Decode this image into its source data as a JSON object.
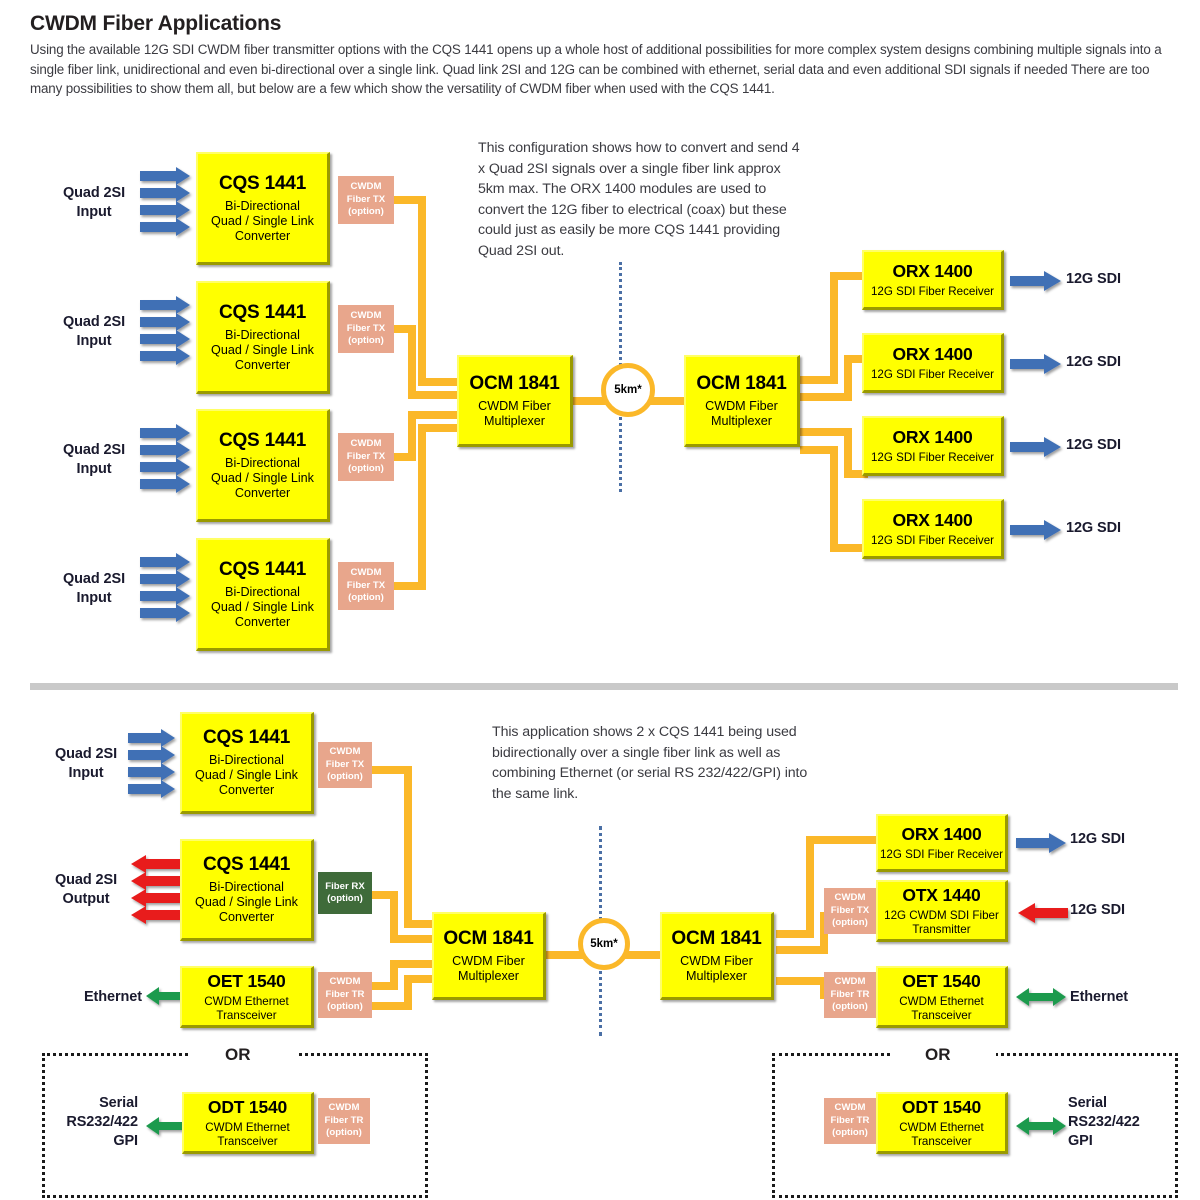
{
  "header": {
    "title": "CWDM Fiber Applications",
    "body": "Using the available 12G SDI CWDM fiber transmitter options with the CQS 1441 opens up a whole host of additional possibilities for more complex system designs combining multiple signals into a single fiber link, unidirectional and even bi-directional over a single link. Quad link 2SI and 12G can be combined with ethernet, serial data and even additional SDI signals if needed There are too many possibilities to show them all, but below are a few which show the versatility of CWDM fiber when used with the CQS 1441."
  },
  "diagram1": {
    "annotation": "This configuration shows how to convert and send 4 x Quad 2SI signals over a single fiber link approx 5km max. The ORX 1400 modules are used to convert the 12G fiber to electrical (coax) but these could just as easily be more CQS 1441 providing Quad 2SI out.",
    "input_labels": [
      "Quad 2SI\nInput",
      "Quad 2SI\nInput",
      "Quad 2SI\nInput",
      "Quad 2SI\nInput"
    ],
    "input_label_line1": "Quad 2SI",
    "input_label_line2": "Input",
    "cqs": {
      "title": "CQS 1441",
      "sub_line1": "Bi-Directional",
      "sub_line2": "Quad / Single Link",
      "sub_line3": "Converter"
    },
    "tab_tx": {
      "line1": "CWDM",
      "line2": "Fiber TX",
      "line3": "(option)"
    },
    "ocm": {
      "title": "OCM 1841",
      "sub_line1": "CWDM Fiber",
      "sub_line2": "Multiplexer"
    },
    "distance_marker": "5km*",
    "orx": {
      "title": "ORX 1400",
      "sub": "12G SDI Fiber Receiver"
    },
    "output_label": "12G SDI"
  },
  "diagram2": {
    "annotation": "This application shows 2 x CQS 1441 being used bidirectionally over a single fiber link as well as combining Ethernet (or serial RS 232/422/GPI) into the same link.",
    "cqs": {
      "title": "CQS 1441",
      "sub_line1": "Bi-Directional",
      "sub_line2": "Quad / Single Link",
      "sub_line3": "Converter"
    },
    "in_label_line1": "Quad 2SI",
    "in_label_line2": "Input",
    "out_label_line1": "Quad 2SI",
    "out_label_line2": "Output",
    "tab_tx": {
      "line1": "CWDM",
      "line2": "Fiber TX",
      "line3": "(option)"
    },
    "tab_rx": {
      "line1": "Fiber RX",
      "line2": "(option)"
    },
    "tab_tr": {
      "line1": "CWDM",
      "line2": "Fiber TR",
      "line3": "(option)"
    },
    "oet": {
      "title": "OET 1540",
      "sub_line1": "CWDM Ethernet",
      "sub_line2": "Transceiver"
    },
    "ethernet_label": "Ethernet",
    "ocm": {
      "title": "OCM 1841",
      "sub_line1": "CWDM Fiber",
      "sub_line2": "Multiplexer"
    },
    "distance_marker": "5km*",
    "orx": {
      "title": "ORX 1400",
      "sub": "12G SDI Fiber Receiver"
    },
    "otx": {
      "title": "OTX 1440",
      "sub_line1": "12G CWDM SDI Fiber",
      "sub_line2": "Transmitter"
    },
    "sdi_label": "12G SDI",
    "or_word": "OR",
    "odt": {
      "title": "ODT 1540",
      "sub_line1": "CWDM Ethernet",
      "sub_line2": "Transceiver"
    },
    "serial_line1": "Serial",
    "serial_line2": "RS232/422",
    "serial_line3": "GPI"
  },
  "colors": {
    "device_yellow": "#FFFF00",
    "fiber_orange": "#FBB829",
    "tab_salmon": "#E8A68C",
    "tab_green": "#3F6B3A",
    "arrow_blue": "#3F6FB5",
    "arrow_red": "#E81B1B",
    "arrow_green": "#1D9A4E",
    "separator_grey": "#C9C9C9",
    "dotted_blue": "#4A6FA5"
  }
}
